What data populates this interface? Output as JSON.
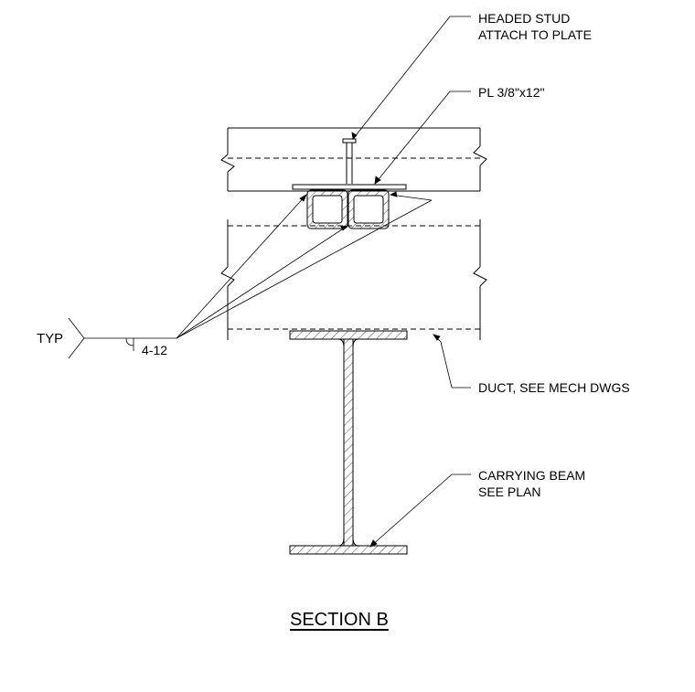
{
  "title": "SECTION B",
  "labels": {
    "headed_stud": [
      "HEADED STUD",
      "ATTACH TO PLATE"
    ],
    "plate": "PL 3/8\"x12\"",
    "duct": "DUCT, SEE MECH DWGS",
    "carrying_beam": [
      "CARRYING BEAM",
      "SEE PLAN"
    ],
    "weld_typ": "TYP",
    "weld_size": "4-12"
  },
  "colors": {
    "line": "#000000",
    "background": "#ffffff"
  }
}
